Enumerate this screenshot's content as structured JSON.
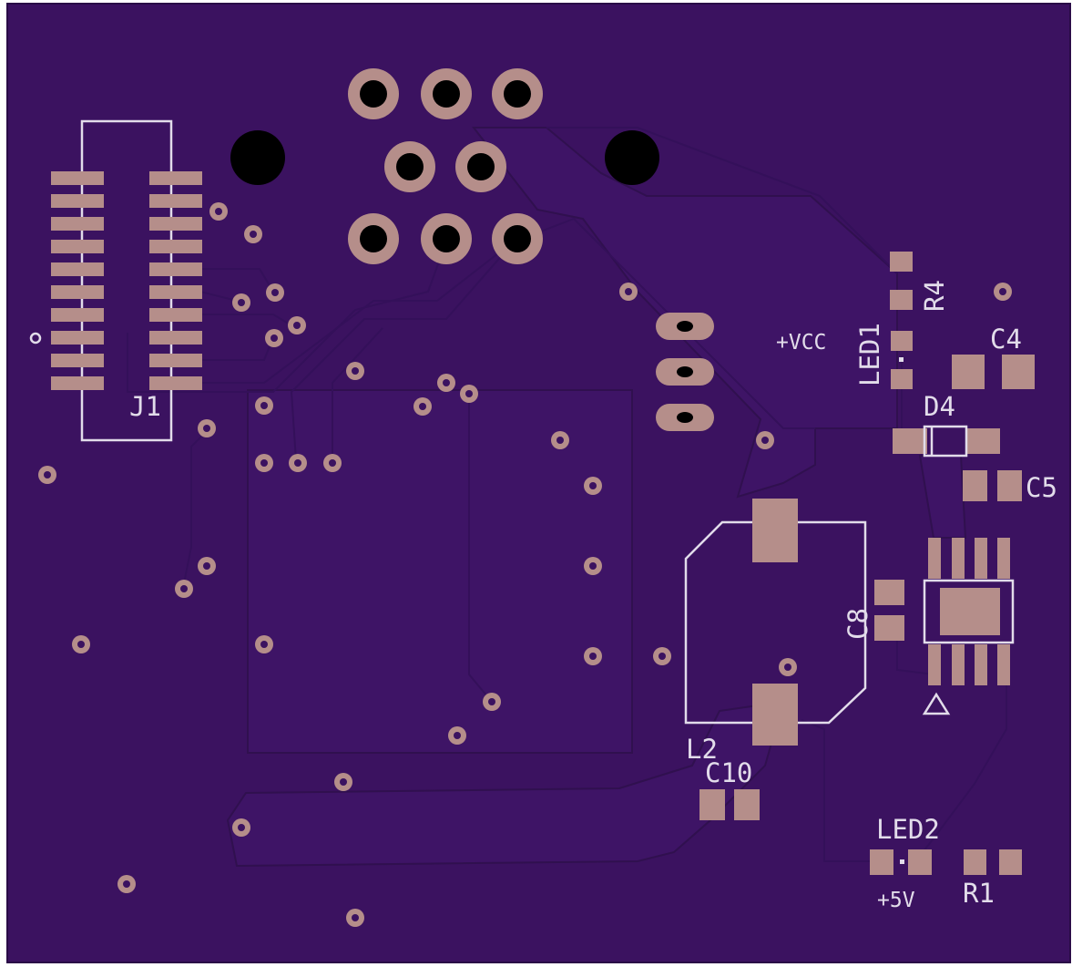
{
  "board": {
    "colors": {
      "background": "#ffffff",
      "substrate": "#3b1260",
      "pour": "#3e1466",
      "trace": "#34105a",
      "pad": "#b58e8a",
      "silkscreen": "#e2dcea",
      "drill": "#000000"
    }
  },
  "labels": {
    "j1": "J1",
    "r4": "R4",
    "led1": "LED1",
    "vcc": "+VCC",
    "c4": "C4",
    "d4": "D4",
    "c5": "C5",
    "c8": "C8",
    "l2": "L2",
    "c10": "C10",
    "led2": "LED2",
    "plus5v": "+5V",
    "r1": "R1"
  }
}
